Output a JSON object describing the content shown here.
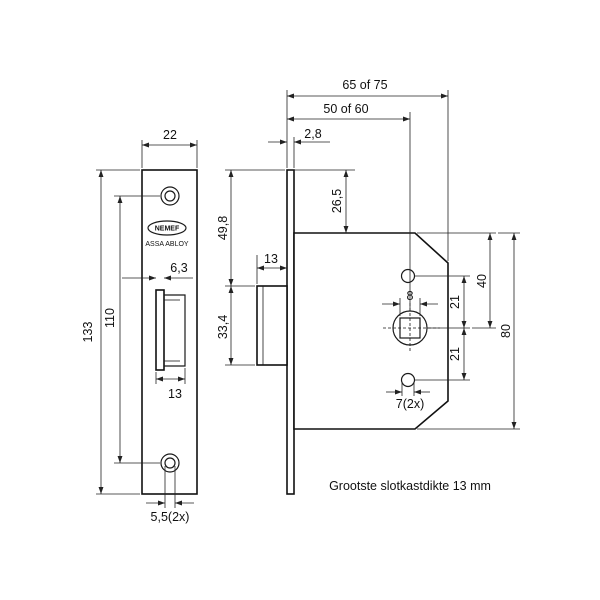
{
  "brand": {
    "logo_text": "NEMEF",
    "sub_text": "ASSA ABLOY"
  },
  "faceplate": {
    "width_dim": "22",
    "total_height_dim": "133",
    "hole_spacing_dim": "110",
    "latch_width_dim": "6,3",
    "latch_height_dim": "13",
    "screw_hole_dim": "5,5(2x)"
  },
  "lockcase": {
    "depth_total_dim": "65 of 75",
    "backset_dim": "50 of 60",
    "forend_thickness_dim": "2,8",
    "top_offset_dim": "26,5",
    "latch_top_dim": "49,8",
    "latch_projection_dim": "13",
    "latch_height_dim": "33,4",
    "spindle_dim": "8",
    "hole_dim": "7(2x)",
    "spacing_upper_dim": "21",
    "spacing_lower_dim": "21",
    "half_height_dim": "40",
    "case_height_dim": "80"
  },
  "note": "Grootste slotkastdikte 13 mm"
}
